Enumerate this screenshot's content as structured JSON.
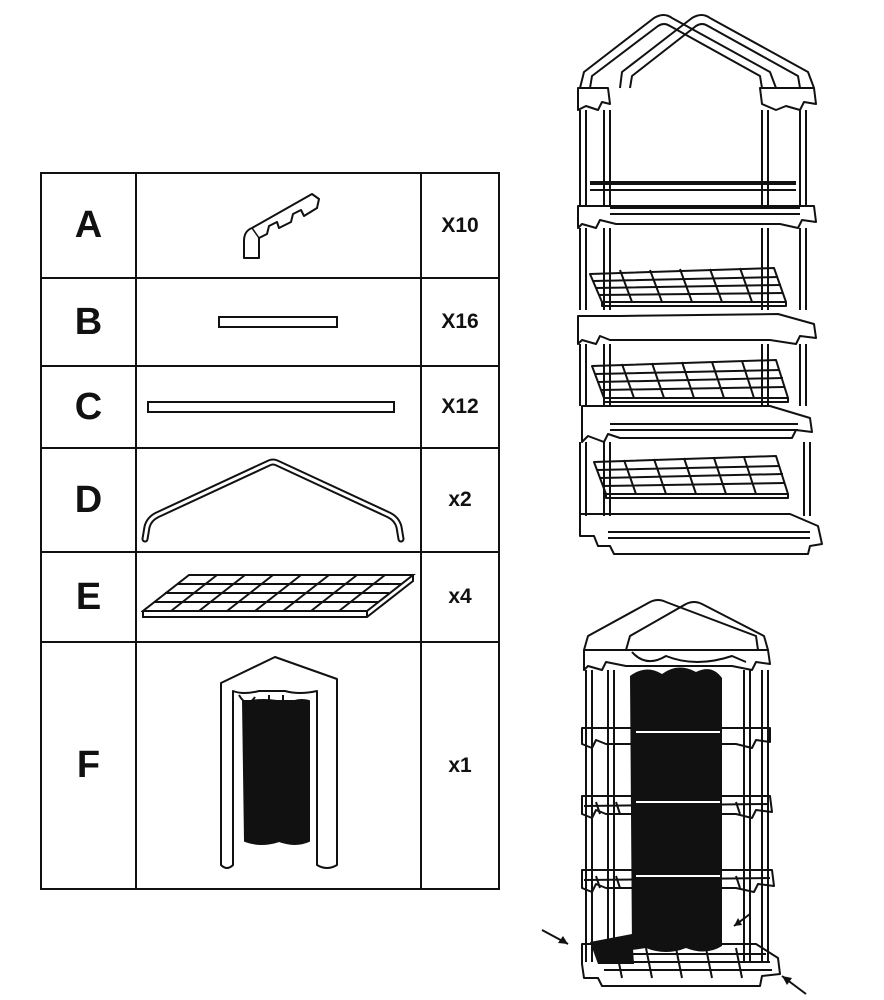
{
  "parts": [
    {
      "letter": "A",
      "quantity": "X10",
      "icon": "corner-connector-icon"
    },
    {
      "letter": "B",
      "quantity": "X16",
      "icon": "short-tube-icon"
    },
    {
      "letter": "C",
      "quantity": "X12",
      "icon": "long-tube-icon"
    },
    {
      "letter": "D",
      "quantity": "x2",
      "icon": "roof-arch-icon"
    },
    {
      "letter": "E",
      "quantity": "x4",
      "icon": "wire-shelf-icon"
    },
    {
      "letter": "F",
      "quantity": "x1",
      "icon": "greenhouse-cover-icon"
    }
  ],
  "figures": {
    "frame": "assembled-frame-drawing",
    "covered": "covered-greenhouse-drawing"
  },
  "colors": {
    "ink": "#111111",
    "background": "#ffffff"
  }
}
